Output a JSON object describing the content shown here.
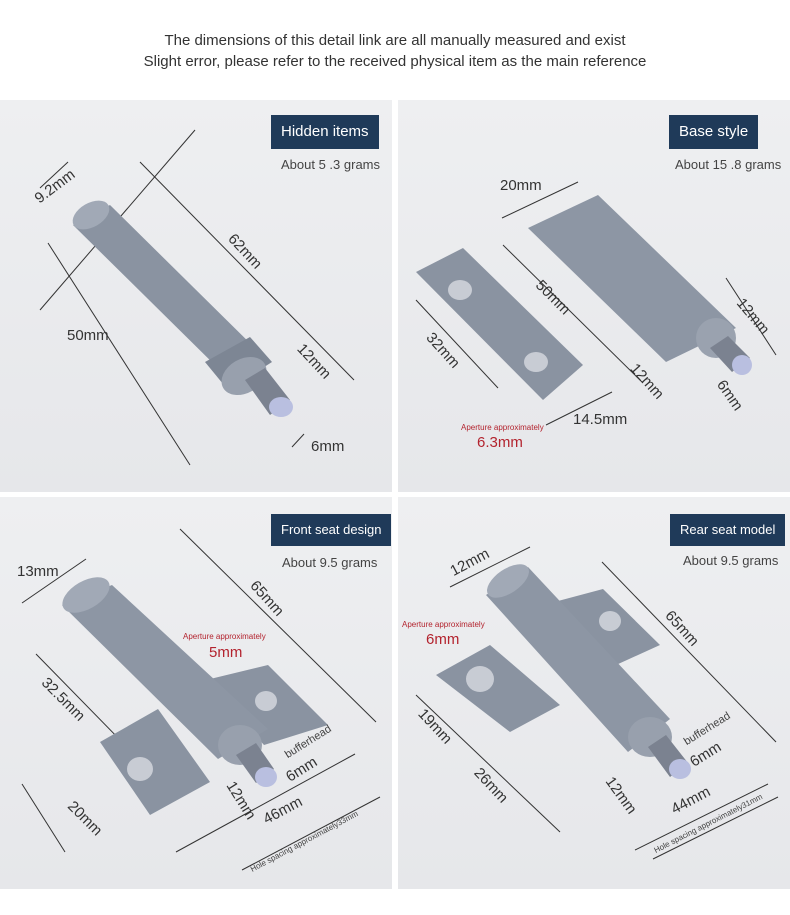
{
  "header": {
    "line1": "The dimensions of this detail link are all manually measured and exist",
    "line2": "Slight error, please refer to the received physical item as the main reference"
  },
  "panels": [
    {
      "tag": "Hidden items",
      "weight": "About 5 .3 grams",
      "dims": {
        "d1": "9.2mm",
        "d2": "62mm",
        "d3": "50mm",
        "d4": "12mm",
        "d5": "6mm"
      }
    },
    {
      "tag": "Base style",
      "weight": "About 15 .8 grams",
      "dims": {
        "d1": "20mm",
        "d2": "50mm",
        "d3": "12mm",
        "d4": "32mm",
        "d5": "12mm",
        "d6": "6mm",
        "d7": "14.5mm"
      },
      "aperture_label": "Aperture approximately",
      "aperture_value": "6.3mm"
    },
    {
      "tag": "Front seat design",
      "weight": "About 9.5 grams",
      "dims": {
        "d1": "13mm",
        "d2": "65mm",
        "d3": "32.5mm",
        "d4": "20mm",
        "d5": "12mm",
        "d6": "46mm",
        "d7": "6mm"
      },
      "aperture_label": "Aperture approximately",
      "aperture_value": "5mm",
      "buffer_label": "bufferhead",
      "hole_spacing": "Hole spacing approximately33mm"
    },
    {
      "tag": "Rear seat model",
      "weight": "About 9.5 grams",
      "dims": {
        "d1": "12mm",
        "d2": "65mm",
        "d3": "19mm",
        "d4": "26mm",
        "d5": "12mm",
        "d6": "44mm",
        "d7": "6mm"
      },
      "aperture_label": "Aperture approximately",
      "aperture_value": "6mm",
      "buffer_label": "bufferhead",
      "hole_spacing": "Hole spacing approximately31mm"
    }
  ],
  "colors": {
    "tag_bg": "#1f3a59",
    "plastic": "#8e96a3",
    "buffer_tip": "#b9bfe0",
    "accent_red": "#b3232e"
  }
}
